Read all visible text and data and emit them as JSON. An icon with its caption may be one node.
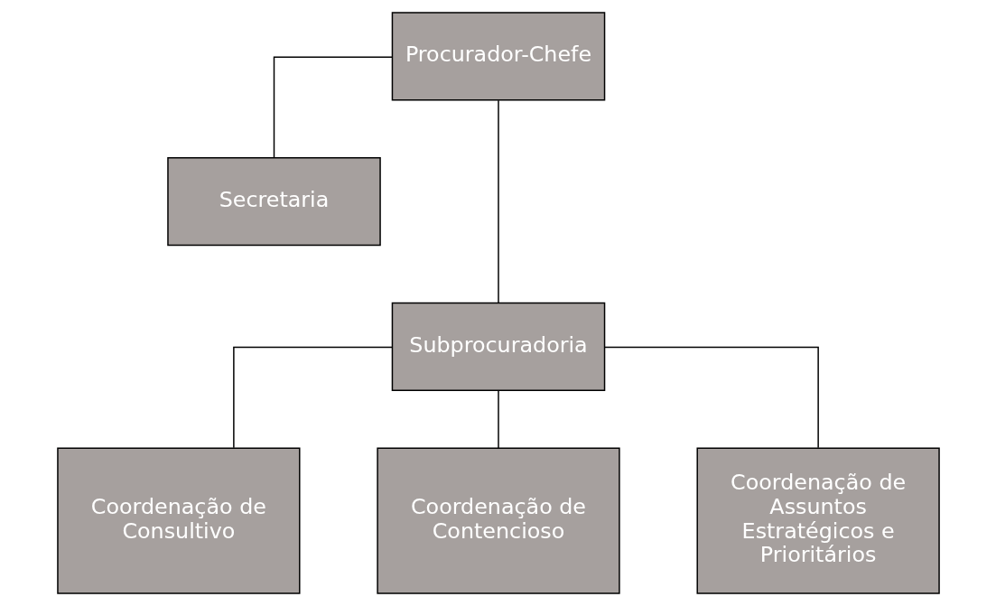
{
  "diagram": {
    "nodes": [
      {
        "text": [
          "Procurador-Chefe"
        ]
      },
      {
        "text": [
          "Secretaria"
        ]
      },
      {
        "text": [
          "Subprocuradoria"
        ]
      },
      {
        "text": [
          "Coordenação de Consultivo"
        ]
      },
      {
        "text": [
          "Coordenação de Contencioso"
        ]
      },
      {
        "text": [
          "Coordenação de Assuntos Estratégicos e Prioritários"
        ]
      }
    ],
    "edges": [
      {
        "from": 0,
        "to": 1,
        "arrow": "none"
      },
      {
        "from": 0,
        "to": 2,
        "arrow": "none"
      },
      {
        "from": 2,
        "to": 3,
        "arrow": "none"
      },
      {
        "from": 2,
        "to": 4,
        "arrow": "none"
      },
      {
        "from": 2,
        "to": 5,
        "arrow": "none"
      }
    ]
  }
}
